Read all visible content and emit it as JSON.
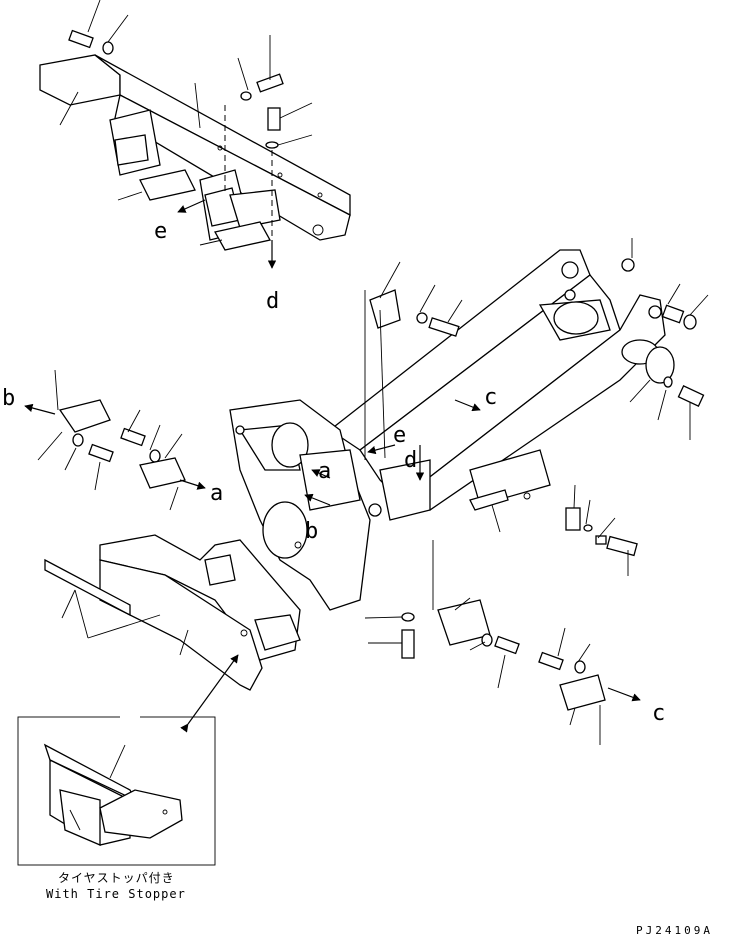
{
  "diagram": {
    "callouts": [
      "a",
      "b",
      "c",
      "d",
      "e"
    ],
    "inset_caption_jp": "タイヤストッパ付き",
    "inset_caption_en": "With Tire Stopper",
    "drawing_code": "PJ24109A"
  }
}
